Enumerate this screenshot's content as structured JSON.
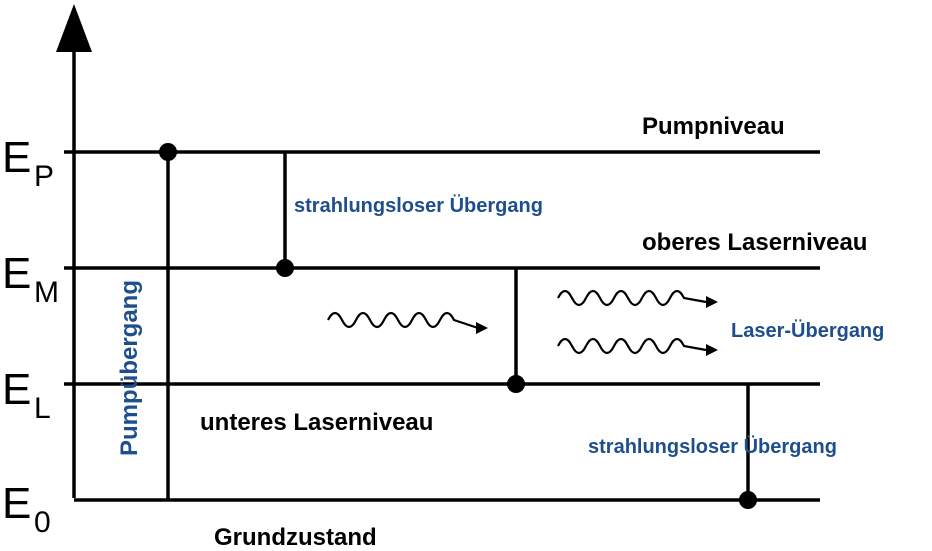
{
  "levels": {
    "pump": {
      "symbol": "E",
      "subscript": "P",
      "name": "Pumpniveau"
    },
    "upper": {
      "symbol": "E",
      "subscript": "M",
      "name": "oberes Laserniveau"
    },
    "lower": {
      "symbol": "E",
      "subscript": "L",
      "name": "unteres Laserniveau"
    },
    "ground": {
      "symbol": "E",
      "subscript": "0",
      "name": "Grundzustand"
    }
  },
  "transitions": {
    "pump": "Pumpübergang",
    "nonrad_upper": "strahlungsloser Übergang",
    "laser": "Laser-Übergang",
    "nonrad_lower": "strahlungsloser Übergang"
  },
  "colors": {
    "text_blue": "#1f4e8c",
    "line": "#000000"
  }
}
